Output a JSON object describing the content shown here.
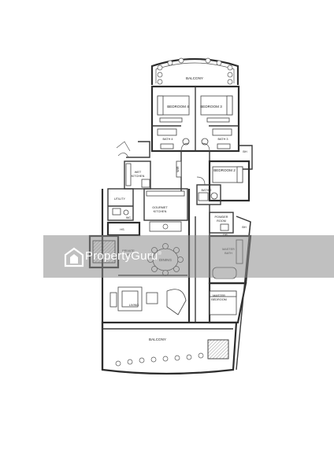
{
  "rooms": {
    "balcony_top": "BALCONY",
    "bedroom_4": "BEDROOM 4",
    "bedroom_3": "BEDROOM 3",
    "bath_4": "BATH 4",
    "bath_3": "BATH 3",
    "wet_kitchen": "WET KITCHEN",
    "bedroom_2": "BEDROOM 2",
    "bath_2": "BATH 2",
    "utility": "UTILITY",
    "wc": "WC",
    "gourmet_kitchen_line1": "GOURMET",
    "gourmet_kitchen_line2": "KITCHEN",
    "powder_room_line1": "POWDER",
    "powder_room_line2": "ROOM",
    "hs": "HS",
    "private_lift_line1": "PRIVATE",
    "private_lift_line2": "LIFT",
    "dining": "DINING",
    "master_bath_line1": "MASTER",
    "master_bath_line2": "BATH",
    "living": "LIVING",
    "master_bedroom_line1": "MASTER",
    "master_bedroom_line2": "BEDROOM",
    "balcony_bottom": "BALCONY",
    "bh_1": "BH",
    "bh_2": "BH",
    "wir": "WIR",
    "dr": "DR"
  },
  "watermark": {
    "brand": "PropertyGuru",
    "trademark": "®",
    "band_color": "#8c8c8c"
  }
}
